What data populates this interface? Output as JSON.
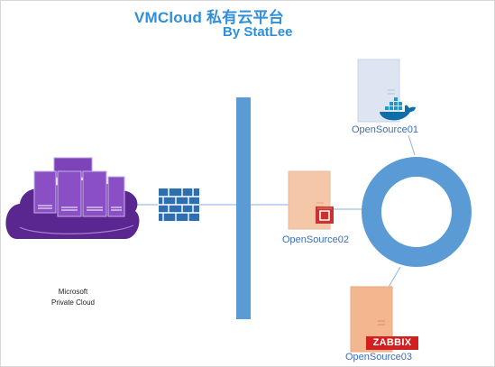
{
  "title": "VMCloud 私有云平台",
  "subtitle": "By StatLee",
  "cloud": {
    "line1": "Microsoft",
    "line2": "Private Cloud",
    "icon": "cloud-servers-icon"
  },
  "nodes": [
    {
      "label": "OpenSource01",
      "badge": "docker-whale-icon"
    },
    {
      "label": "OpenSource02",
      "badge": "openshift-cube-icon"
    },
    {
      "label": "OpenSource03",
      "badge": "ZABBIX"
    }
  ],
  "colors": {
    "accent": "#2f8fd8",
    "bar": "#5b9bd5",
    "ring": "#5b9bd5",
    "cloud": "#6b2fa0",
    "server": "#8a4fc4",
    "firewall": "#2e6fb0",
    "server_card_01": "#dde5f3",
    "server_card_02": "#f4c7a8",
    "server_card_03": "#f3b68f",
    "zabbix": "#d21f1f"
  }
}
